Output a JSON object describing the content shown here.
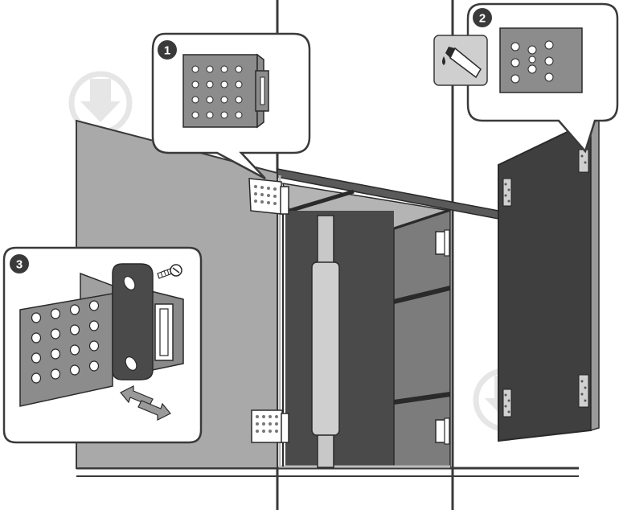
{
  "steps": [
    {
      "number": "1"
    },
    {
      "number": "2"
    },
    {
      "number": "3"
    }
  ],
  "colors": {
    "wall_line": "#3a3a3a",
    "door_panel": "#a9a9a9",
    "cabinet_interior": "#4a4a4a",
    "cabinet_side": "#7a7a7a",
    "open_door": "#3f3f3f",
    "callout_bg": "#ffffff",
    "callout_border": "#3a3a3a",
    "plate": "#8c8c8c",
    "badge": "#3a3a3a",
    "glue_tile": "#cfcfcf",
    "watermark": "#e6e6e6"
  },
  "icons": [
    "glue-tube-icon",
    "screw-icon",
    "slide-arrows-icon",
    "watermark-logo-icon"
  ]
}
